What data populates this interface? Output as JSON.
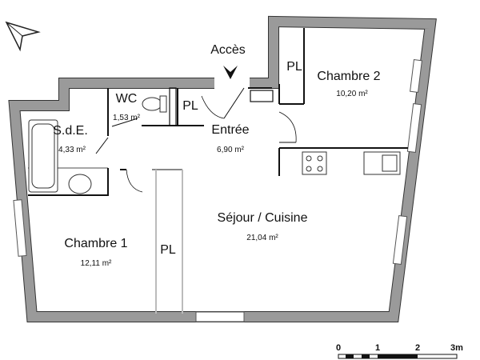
{
  "access_label": "Accès",
  "rooms": [
    {
      "name": "Chambre 2",
      "area": "10,20 m²"
    },
    {
      "name": "WC",
      "area": "1,53 m²"
    },
    {
      "name": "S.d.E.",
      "area": "4,33 m²"
    },
    {
      "name": "Entrée",
      "area": "6,90 m²"
    },
    {
      "name": "Séjour / Cuisine",
      "area": "21,04 m²"
    },
    {
      "name": "Chambre 1",
      "area": "12,11 m²"
    }
  ],
  "closets": [
    "PL",
    "PL",
    "PL"
  ],
  "scale": {
    "ticks": [
      "0",
      "1",
      "2",
      "3m"
    ]
  },
  "colors": {
    "wall": "#9a9a9a",
    "line": "#111111"
  },
  "icons": [
    "north-arrow-icon",
    "access-arrow-icon"
  ]
}
